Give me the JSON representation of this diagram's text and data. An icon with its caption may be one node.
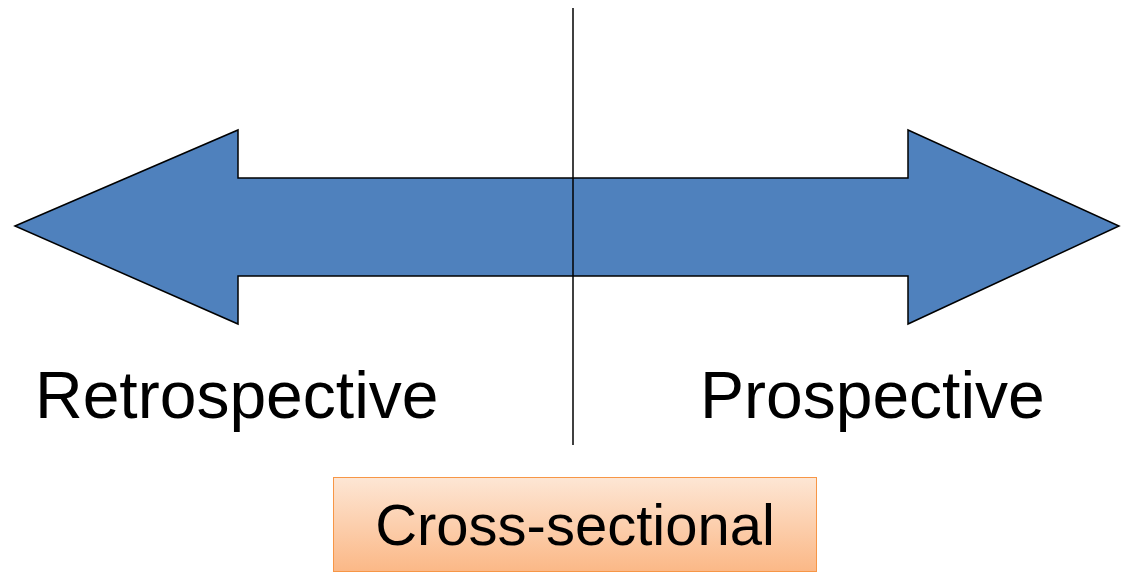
{
  "diagram": {
    "nodes": [
      {
        "text": [
          "Cross-sectional"
        ]
      }
    ],
    "labels": [
      "Retrospective",
      "Prospective"
    ]
  }
}
